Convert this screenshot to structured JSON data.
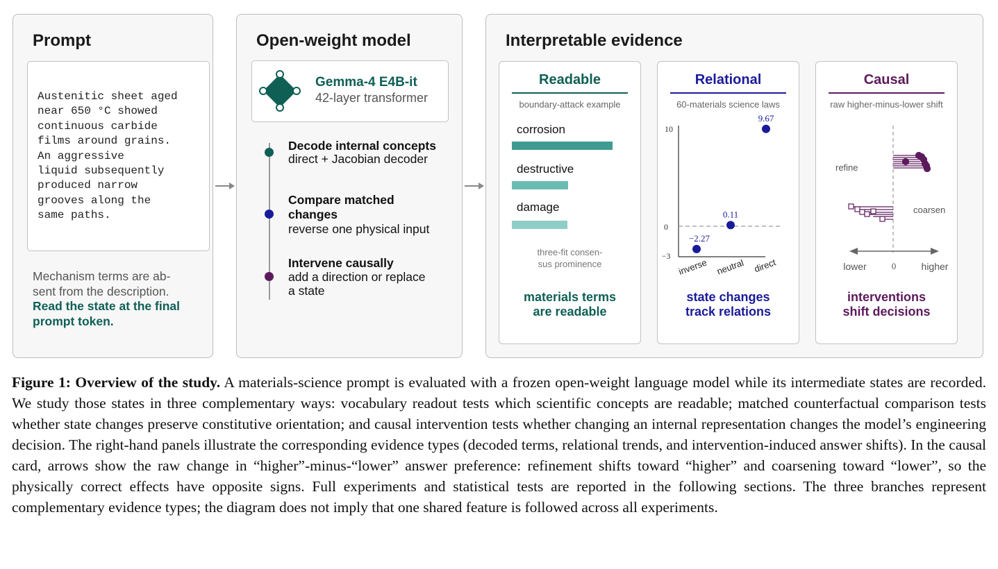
{
  "colors": {
    "readable": "#0f5f55",
    "relational": "#1a1a9a",
    "causal": "#5c1a5c",
    "bar_dark": "#3f9b92",
    "bar_mid": "#6bbbb3",
    "bar_light": "#8fcdc7"
  },
  "prompt_panel": {
    "title": "Prompt",
    "prompt_lines": [
      "Austenitic sheet aged",
      "near 650 °C showed",
      "continuous carbide",
      "films around grains.",
      "An aggressive",
      "liquid subsequently",
      "produced narrow",
      "grooves along the",
      "same paths."
    ],
    "note_lines": [
      "Mechanism terms are ab-",
      "sent from the description."
    ],
    "note_bold_lines": [
      "Read the state at the final",
      "prompt token."
    ]
  },
  "model_panel": {
    "title": "Open-weight model",
    "model_name": "Gemma-4 E4B-it",
    "model_desc": "42-layer transformer",
    "steps": [
      {
        "title_lines": [
          "Decode internal concepts"
        ],
        "desc_lines": [
          "direct + Jacobian decoder"
        ]
      },
      {
        "title_lines": [
          "Compare matched",
          "changes"
        ],
        "desc_lines": [
          "reverse one physical input"
        ]
      },
      {
        "title_lines": [
          "Intervene causally"
        ],
        "desc_lines": [
          "add a direction or replace",
          "a state"
        ]
      }
    ]
  },
  "evidence_panel": {
    "title": "Interpretable evidence",
    "readable": {
      "title": "Readable",
      "subtitle": "boundary-attack example",
      "terms": [
        {
          "label": "corrosion",
          "value": 1.0
        },
        {
          "label": "destructive",
          "value": 0.56
        },
        {
          "label": "damage",
          "value": 0.55
        }
      ],
      "footnote_lines": [
        "three-fit consen-",
        "sus prominence"
      ],
      "conclusion_lines": [
        "materials terms",
        "are readable"
      ]
    },
    "relational": {
      "title": "Relational",
      "subtitle": "60-materials science laws",
      "yticks": [
        "10",
        "0",
        "−3"
      ],
      "ylim": [
        -3,
        10
      ],
      "points": [
        {
          "label": "inverse",
          "value": -2.27,
          "value_label": "−2.27"
        },
        {
          "label": "neutral",
          "value": 0.11,
          "value_label": "0.11"
        },
        {
          "label": "direct",
          "value": 9.67,
          "value_label": "9.67"
        }
      ],
      "conclusion_lines": [
        "state changes",
        "track relations"
      ]
    },
    "causal": {
      "title": "Causal",
      "subtitle": "raw higher-minus-lower shift",
      "refine_label": "refine",
      "coarsen_label": "coarsen",
      "axis_lower": "lower",
      "axis_zero": "0",
      "axis_higher": "higher",
      "conclusion_lines": [
        "interventions",
        "shift decisions"
      ]
    }
  },
  "caption": {
    "label": "Figure 1:",
    "heading": "Overview of the study.",
    "text": "A materials-science prompt is evaluated with a frozen open-weight language model while its intermediate states are recorded. We study those states in three complementary ways: vocabulary readout tests which scientific concepts are readable; matched counterfactual comparison tests whether state changes preserve constitutive orientation; and causal intervention tests whether changing an internal representation changes the model’s engineering decision. The right-hand panels illustrate the corresponding evidence types (decoded terms, relational trends, and intervention-induced answer shifts). In the causal card, arrows show the raw change in “higher”-minus-“lower” answer preference: refinement shifts toward “higher” and coarsening toward “lower”, so the physically correct effects have opposite signs. Full experiments and statistical tests are reported in the following sections. The three branches represent complementary evidence types; the diagram does not imply that one shared feature is followed across all experiments."
  }
}
